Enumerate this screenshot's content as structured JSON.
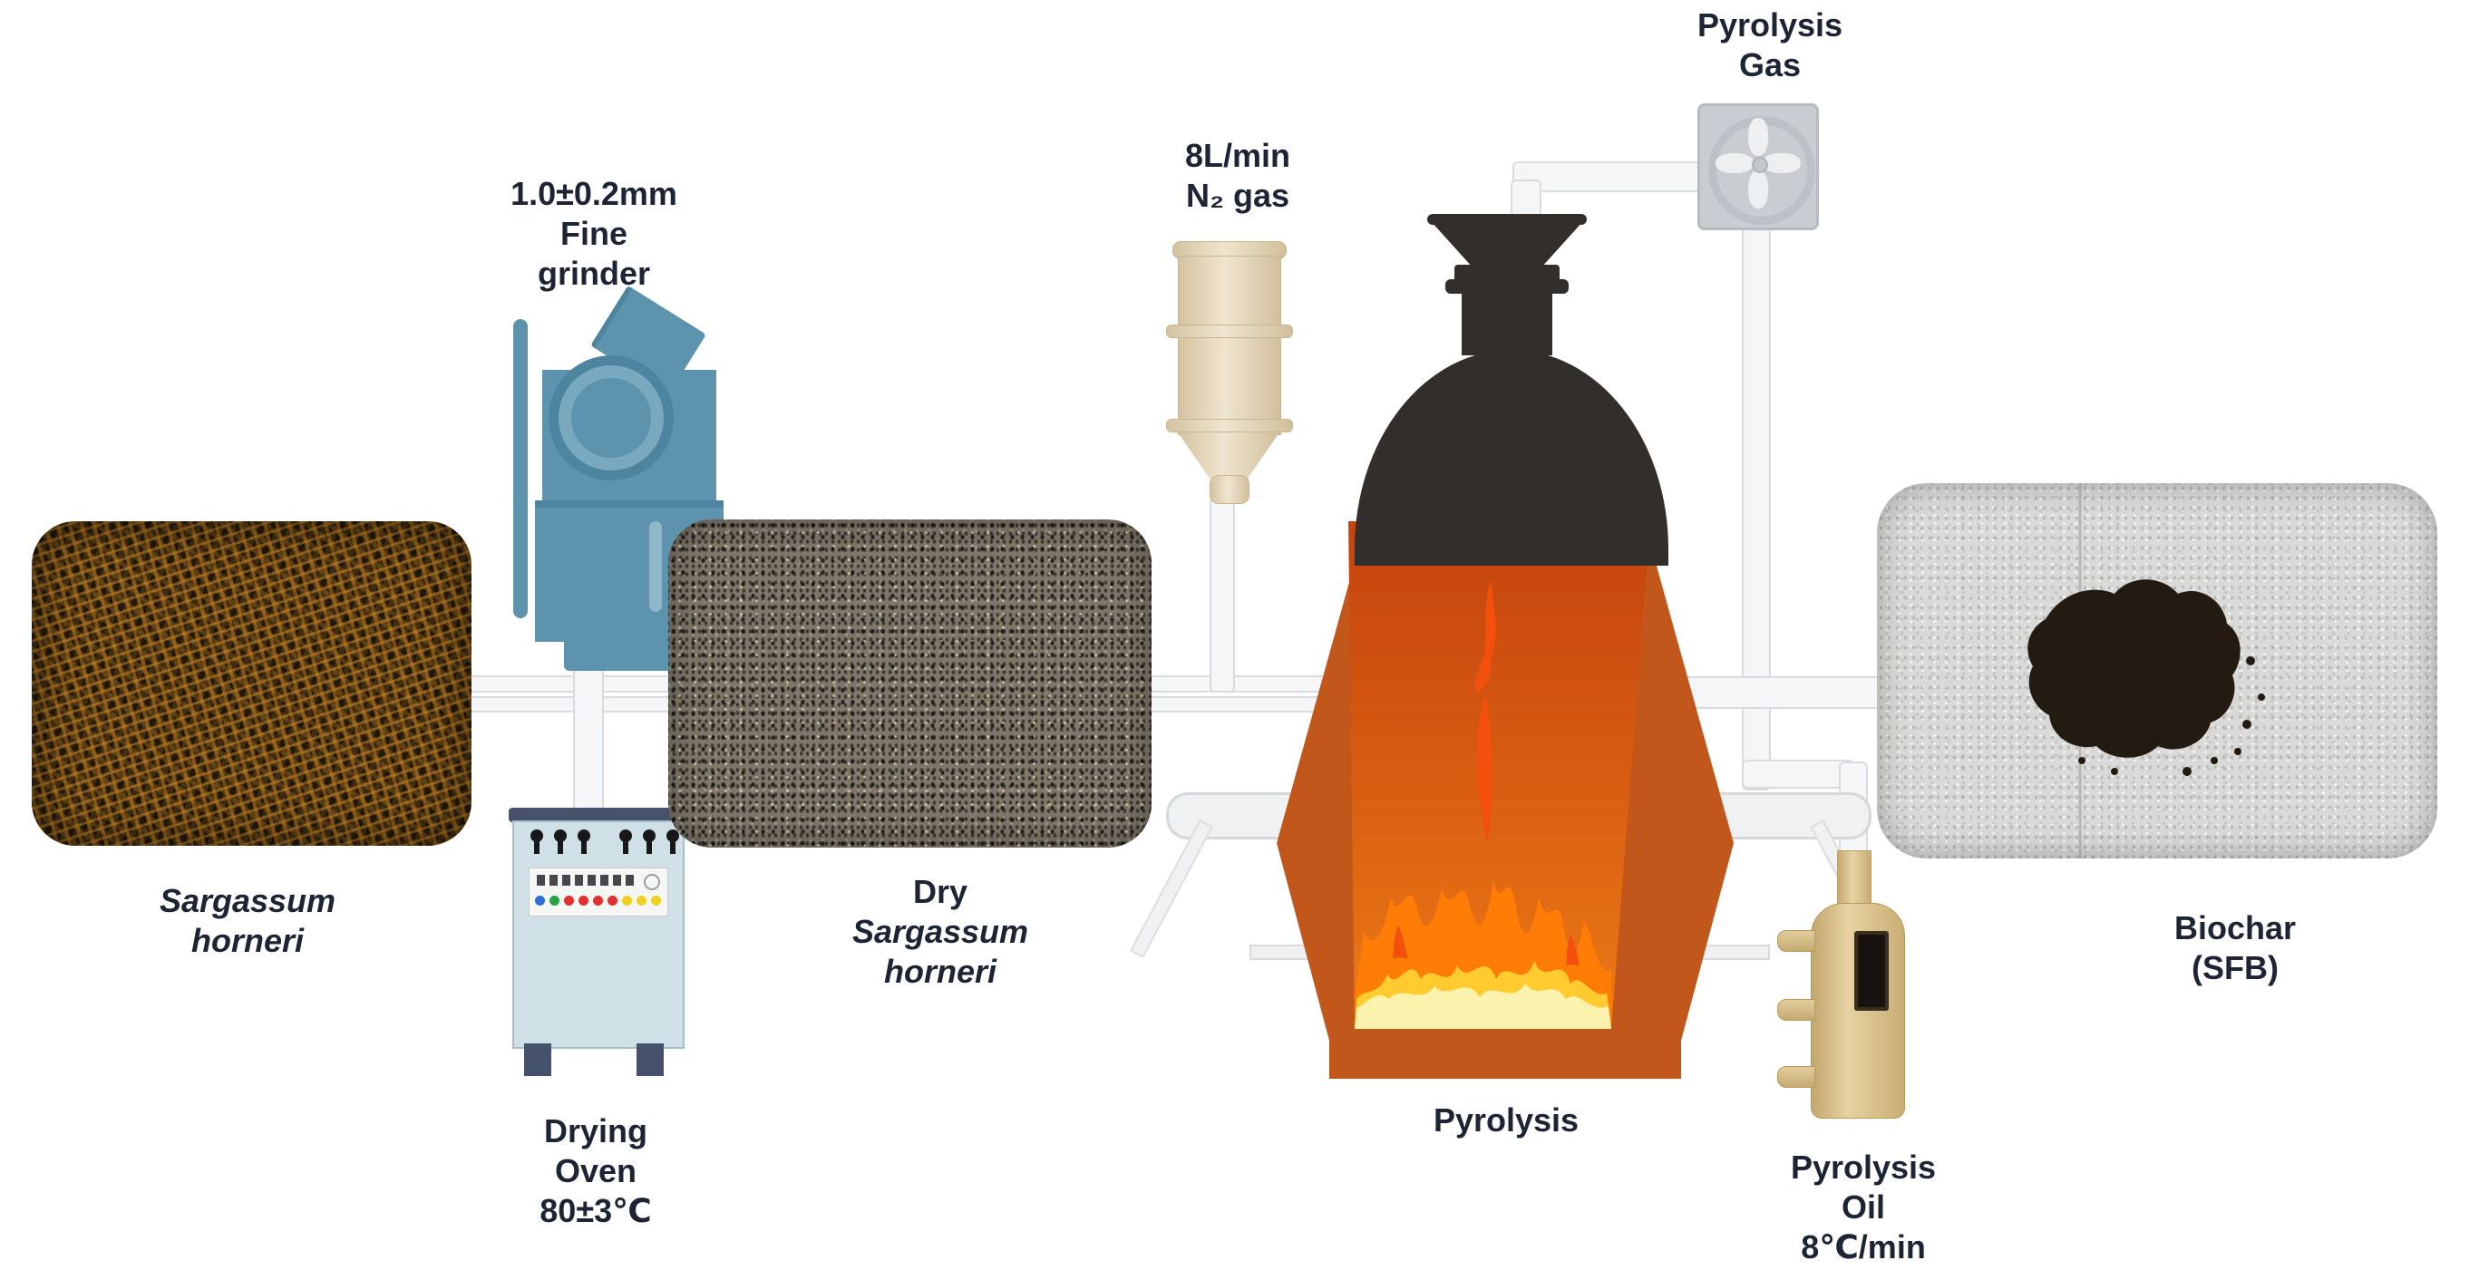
{
  "colors": {
    "label-text": "#1d2433",
    "grinder-blue": "#5d93ad",
    "grinder-blue-dark": "#4d85a0",
    "oven-body": "#cfe0e6",
    "oven-trim": "#46526b",
    "cream-border": "#c9b691",
    "furnace-black": "#322e2c",
    "furnace-shell": "#c2571b",
    "cavity-top": "#c4430e",
    "cavity-bottom": "#ec7b15",
    "flame-red": "#f2500c",
    "flame-orange": "#ff7c06",
    "flame-yellow": "#ffcb2e",
    "flame-pale": "#fbf3ad",
    "pipe-fill": "#f5f6f7",
    "pipe-border": "#d9dcdf",
    "fan-gray": "#c9cdd2",
    "oil-tan": "#d9c28d",
    "indicator-blue": "#2b6fd4",
    "indicator-green": "#27a344",
    "indicator-red": "#e23030",
    "indicator-yellow": "#efd11d"
  },
  "nodes": {
    "sargassum": {
      "lines": [
        "Sargassum",
        "horneri"
      ]
    },
    "grinder": {
      "lines": [
        "1.0±0.2mm",
        "Fine",
        "grinder"
      ]
    },
    "drying_oven": {
      "lines": [
        "Drying",
        "Oven",
        "80±3℃"
      ]
    },
    "dry_sargassum": {
      "lines": [
        "Dry",
        "Sargassum",
        "horneri"
      ]
    },
    "n2_gas": {
      "lines": [
        "8L/min",
        "N₂ gas"
      ]
    },
    "pyrolysis_gas": {
      "lines": [
        "Pyrolysis",
        "Gas"
      ]
    },
    "pyrolysis": {
      "lines": [
        "Pyrolysis"
      ]
    },
    "pyrolysis_oil": {
      "lines": [
        "Pyrolysis",
        "Oil",
        "8℃/min"
      ]
    },
    "biochar": {
      "lines": [
        "Biochar",
        "(SFB)"
      ]
    }
  }
}
